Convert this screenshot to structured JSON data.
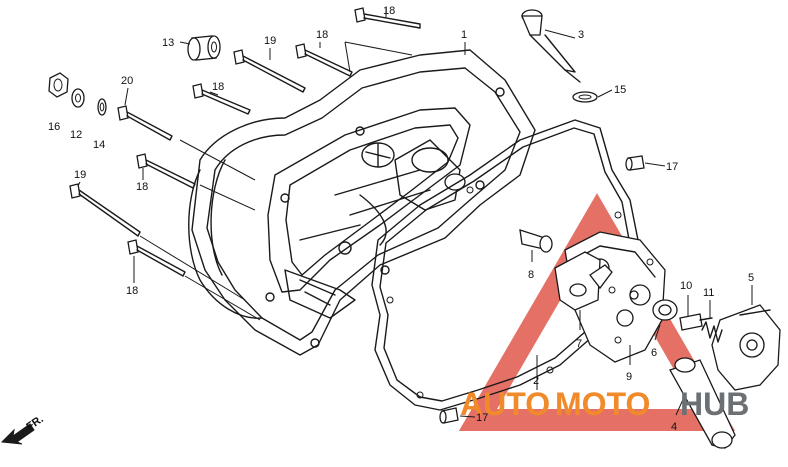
{
  "callouts": [
    "1",
    "2",
    "3",
    "4",
    "5",
    "6",
    "7",
    "8",
    "9",
    "10",
    "11",
    "12",
    "13",
    "14",
    "15",
    "16",
    "17",
    "18",
    "19",
    "20"
  ],
  "direction_label": "FR.",
  "watermark": {
    "part1": "AUTO",
    "part2": "MOTO",
    "part3": "HUB",
    "color_red": "#e03a2a",
    "color_orange": "#f08a2a",
    "color_gray": "#6b7075"
  }
}
